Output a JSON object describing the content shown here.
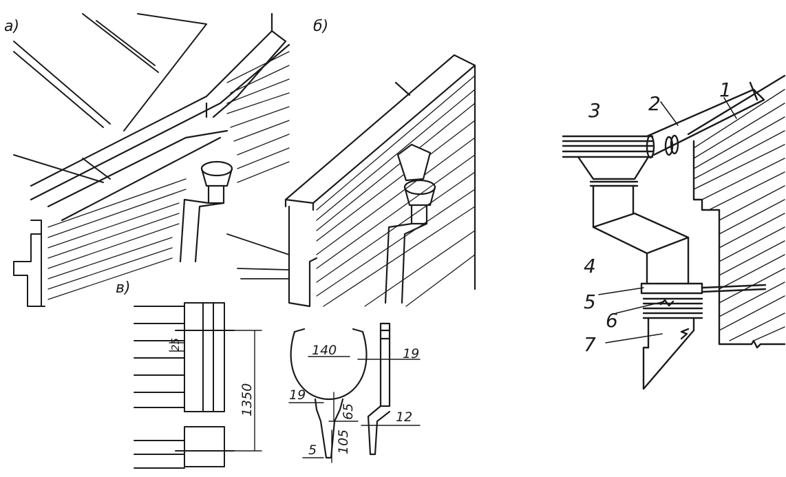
{
  "panel_labels": {
    "a": "а)",
    "b": "б)",
    "v": "в)"
  },
  "dimensions": {
    "d25": "25",
    "d1350": "1350",
    "d140": "140",
    "d19_right": "19",
    "d19_left": "19",
    "d65": "65",
    "d12": "12",
    "d5": "5",
    "d105": "105"
  },
  "callouts": {
    "n1": "1",
    "n2": "2",
    "n3": "3",
    "n4": "4",
    "n5": "5",
    "n6": "6",
    "n7": "7"
  }
}
